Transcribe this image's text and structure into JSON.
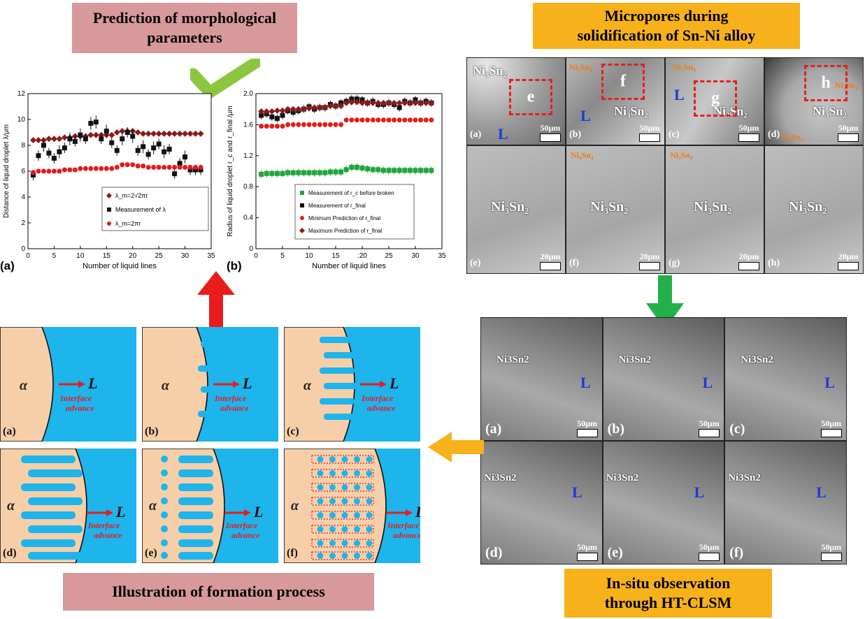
{
  "titles": {
    "prediction": "Prediction of morphological parameters",
    "micropores_line1": "Micropores during",
    "micropores_line2": "solidification of Sn-Ni alloy",
    "illustration": "Illustration of formation process",
    "insitu_line1": "In-situ observation",
    "insitu_line2": "through HT-CLSM"
  },
  "colors": {
    "pink_title": "#d8999a",
    "orange_title": "#f7b11a",
    "alpha_phase": "#f6cfa9",
    "liquid_phase": "#1eb4ec",
    "arrow_red": "#e81c1c",
    "arrow_green": "#22b04a",
    "arrow_orange": "#f7b11a",
    "check_green": "#8cc63f"
  },
  "icons": {
    "checkmark": "check-icon"
  },
  "chart_data": [
    {
      "type": "scatter",
      "panel": "(a)",
      "xlabel": "Number of liquid lines",
      "ylabel": "Distance of liquid droplet  λ/μm",
      "xlim": [
        0,
        35
      ],
      "ylim": [
        0,
        12
      ],
      "xticks": [
        0,
        5,
        10,
        15,
        20,
        25,
        30,
        35
      ],
      "yticks": [
        0,
        2,
        4,
        6,
        8,
        10,
        12
      ],
      "legend_position": "lower-right",
      "x": [
        1,
        2,
        3,
        4,
        5,
        6,
        7,
        8,
        9,
        10,
        11,
        12,
        13,
        14,
        15,
        16,
        17,
        18,
        19,
        20,
        21,
        22,
        23,
        24,
        25,
        26,
        27,
        28,
        29,
        30,
        31,
        32,
        33
      ],
      "series": [
        {
          "name": "λ_m=2√2πr",
          "marker": "diamond",
          "color": "#8b1a1a",
          "values": [
            8.4,
            8.4,
            8.4,
            8.5,
            8.5,
            8.5,
            8.6,
            8.6,
            8.7,
            8.7,
            8.7,
            8.8,
            8.8,
            8.8,
            8.8,
            8.8,
            9.0,
            9.1,
            9.1,
            9.1,
            9.0,
            8.9,
            8.9,
            8.9,
            8.9,
            8.9,
            8.9,
            8.9,
            8.9,
            8.9,
            8.9,
            8.9,
            8.9
          ]
        },
        {
          "name": "Measurement of λ",
          "marker": "square",
          "color": "#111111",
          "values": [
            5.7,
            7.2,
            8.0,
            7.4,
            7.0,
            7.5,
            7.8,
            8.5,
            8.3,
            8.8,
            8.5,
            9.7,
            9.8,
            8.5,
            9.1,
            8.2,
            7.6,
            8.5,
            9.0,
            8.7,
            7.6,
            7.9,
            7.3,
            7.8,
            8.1,
            7.5,
            7.7,
            5.8,
            6.6,
            7.1,
            6.1,
            6.1,
            6.1
          ],
          "errors": [
            0.4,
            0.4,
            0.5,
            0.4,
            0.4,
            0.5,
            0.4,
            0.5,
            0.4,
            0.5,
            0.4,
            0.5,
            0.5,
            0.4,
            0.5,
            0.4,
            0.4,
            0.5,
            0.4,
            0.5,
            0.4,
            0.5,
            0.4,
            0.5,
            0.4,
            0.5,
            0.4,
            0.4,
            0.4,
            0.5,
            0.4,
            0.4,
            0.4
          ]
        },
        {
          "name": "λ_m=2πr",
          "marker": "circle",
          "color": "#e31b1b",
          "values": [
            5.9,
            6.0,
            6.0,
            6.0,
            6.0,
            6.0,
            6.1,
            6.1,
            6.1,
            6.2,
            6.2,
            6.2,
            6.2,
            6.2,
            6.2,
            6.2,
            6.3,
            6.5,
            6.5,
            6.5,
            6.4,
            6.4,
            6.3,
            6.3,
            6.3,
            6.3,
            6.3,
            6.3,
            6.3,
            6.3,
            6.3,
            6.3,
            6.3
          ]
        }
      ]
    },
    {
      "type": "scatter",
      "panel": "(b)",
      "xlabel": "Number of liquid lines",
      "ylabel": "Radius of liquid droplet r_c and r_final /μm",
      "xlim": [
        0,
        35
      ],
      "ylim": [
        0,
        2.0
      ],
      "xticks": [
        0,
        5,
        10,
        15,
        20,
        25,
        30,
        35
      ],
      "xtick_labels": [
        "0",
        "5",
        "10",
        "15",
        ":20",
        "25",
        "30",
        "35"
      ],
      "yticks": [
        0,
        0.4,
        0.8,
        1.2,
        1.6,
        2.0
      ],
      "ytick_labels": [
        "0",
        "0.4",
        "0.8",
        "1.2",
        "1.6",
        "2.0"
      ],
      "legend_position": "lower-right",
      "x": [
        1,
        2,
        3,
        4,
        5,
        6,
        7,
        8,
        9,
        10,
        11,
        12,
        13,
        14,
        15,
        16,
        17,
        18,
        19,
        20,
        21,
        22,
        23,
        24,
        25,
        26,
        27,
        28,
        29,
        30,
        31,
        32,
        33
      ],
      "series": [
        {
          "name": "Measurement of r_c before broken",
          "marker": "square",
          "color": "#1fa53a",
          "values": [
            0.96,
            0.97,
            0.97,
            0.97,
            0.97,
            0.98,
            0.98,
            0.98,
            0.98,
            0.98,
            0.98,
            0.98,
            0.98,
            0.99,
            0.99,
            0.99,
            1.02,
            1.05,
            1.05,
            1.04,
            1.03,
            1.02,
            1.02,
            1.01,
            1.01,
            1.01,
            1.01,
            1.01,
            1.01,
            1.01,
            1.01,
            1.01,
            1.01
          ],
          "errors": [
            0.05,
            0.05,
            0.05,
            0.05,
            0.05,
            0.05,
            0.05,
            0.05,
            0.05,
            0.05,
            0.05,
            0.05,
            0.05,
            0.05,
            0.05,
            0.05,
            0.05,
            0.05,
            0.05,
            0.05,
            0.05,
            0.05,
            0.05,
            0.05,
            0.05,
            0.05,
            0.05,
            0.05,
            0.05,
            0.05,
            0.05,
            0.05,
            0.05
          ]
        },
        {
          "name": "Measurement of r_final",
          "marker": "square",
          "color": "#111111",
          "values": [
            1.72,
            1.74,
            1.7,
            1.68,
            1.72,
            1.78,
            1.76,
            1.78,
            1.8,
            1.83,
            1.8,
            1.82,
            1.82,
            1.86,
            1.84,
            1.88,
            1.9,
            1.93,
            1.93,
            1.92,
            1.88,
            1.9,
            1.86,
            1.86,
            1.88,
            1.86,
            1.82,
            1.9,
            1.88,
            1.92,
            1.88,
            1.9,
            1.88
          ],
          "errors": [
            0.05,
            0.05,
            0.05,
            0.05,
            0.05,
            0.05,
            0.05,
            0.05,
            0.05,
            0.05,
            0.05,
            0.05,
            0.05,
            0.05,
            0.05,
            0.05,
            0.05,
            0.05,
            0.05,
            0.05,
            0.05,
            0.05,
            0.05,
            0.05,
            0.05,
            0.05,
            0.05,
            0.05,
            0.05,
            0.05,
            0.05,
            0.05,
            0.05
          ]
        },
        {
          "name": "Minimum Prediction of r_final",
          "marker": "circle",
          "color": "#e31b1b",
          "values": [
            1.58,
            1.58,
            1.58,
            1.58,
            1.58,
            1.6,
            1.6,
            1.6,
            1.6,
            1.6,
            1.6,
            1.6,
            1.6,
            1.6,
            1.6,
            1.6,
            1.66,
            1.66,
            1.66,
            1.66,
            1.66,
            1.66,
            1.66,
            1.66,
            1.66,
            1.66,
            1.66,
            1.66,
            1.66,
            1.66,
            1.66,
            1.66,
            1.66
          ]
        },
        {
          "name": "Maximum Prediction of r_final",
          "marker": "diamond",
          "color": "#8b1a1a",
          "values": [
            1.77,
            1.77,
            1.77,
            1.78,
            1.78,
            1.8,
            1.8,
            1.8,
            1.8,
            1.81,
            1.82,
            1.82,
            1.82,
            1.84,
            1.84,
            1.84,
            1.88,
            1.89,
            1.89,
            1.88,
            1.88,
            1.88,
            1.88,
            1.88,
            1.88,
            1.88,
            1.88,
            1.88,
            1.88,
            1.88,
            1.88,
            1.88,
            1.88
          ]
        }
      ]
    }
  ],
  "chart_labels": {
    "a": "(a)",
    "b": "(b)"
  },
  "micropores": {
    "top_row": [
      {
        "panel": "(a)",
        "phase": "Ni₃Sn₂",
        "liquid": "L",
        "scale": "50μm",
        "roi": "e"
      },
      {
        "panel": "(b)",
        "phase": "Ni₃Sn₂",
        "liquid": "L",
        "scale": "50μm",
        "roi": "f",
        "note": "Ni₃Sn₄"
      },
      {
        "panel": "(c)",
        "phase": "Ni₃Sn₂",
        "liquid": "L",
        "scale": "50μm",
        "roi": "g",
        "note": "Ni₃Sn₄"
      },
      {
        "panel": "(d)",
        "phase": "Ni₃Sn₂",
        "liquid": "",
        "scale": "50μm",
        "roi": "h",
        "note": "Ni₃Sn₄",
        "note2": "Ni₃Sn₄"
      }
    ],
    "bottom_row": [
      {
        "panel": "(e)",
        "phase": "Ni₃Sn₂",
        "scale": "20μm"
      },
      {
        "panel": "(f)",
        "phase": "Ni₃Sn₂",
        "scale": "20μm",
        "note": "Ni₃Sn₄"
      },
      {
        "panel": "(g)",
        "phase": "Ni₃Sn₂",
        "scale": "20μm",
        "note": "Ni₃Sn₄"
      },
      {
        "panel": "(h)",
        "phase": "Ni₃Sn₂",
        "scale": "20μm"
      }
    ]
  },
  "insitu": [
    {
      "panel": "(a)",
      "phase": "Ni3Sn2",
      "liquid": "L",
      "scale": "50μm"
    },
    {
      "panel": "(b)",
      "phase": "Ni3Sn2",
      "liquid": "L",
      "scale": "50μm"
    },
    {
      "panel": "(c)",
      "phase": "Ni3Sn2",
      "liquid": "L",
      "scale": "50μm"
    },
    {
      "panel": "(d)",
      "phase": "Ni3Sn2",
      "liquid": "L",
      "scale": "50μm"
    },
    {
      "panel": "(e)",
      "phase": "Ni3Sn2",
      "liquid": "L",
      "scale": "50μm"
    },
    {
      "panel": "(f)",
      "phase": "Ni3Sn2",
      "liquid": "L",
      "scale": "50μm"
    }
  ],
  "illustration": {
    "alpha": "α",
    "liquid": "L",
    "interface_line1": "Interface",
    "interface_line2": "advance",
    "panels": [
      "(a)",
      "(b)",
      "(c)",
      "(d)",
      "(e)",
      "(f)"
    ]
  }
}
